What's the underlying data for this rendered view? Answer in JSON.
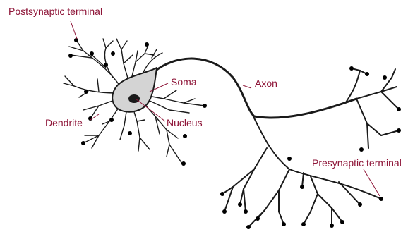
{
  "colors": {
    "label_text": "#8e1538",
    "leader_line": "#8e1538",
    "neuron_stroke": "#1a1a1a",
    "terminal_dot": "#000000",
    "soma_fill": "#d4d4d4",
    "nucleus_fill": "#1a1a1a"
  },
  "labels": {
    "postsynaptic_terminal": "Postsynaptic terminal",
    "soma": "Soma",
    "axon": "Axon",
    "dendrite": "Dendrite",
    "nucleus": "Nucleus",
    "presynaptic_terminal": "Presynaptic terminal"
  }
}
